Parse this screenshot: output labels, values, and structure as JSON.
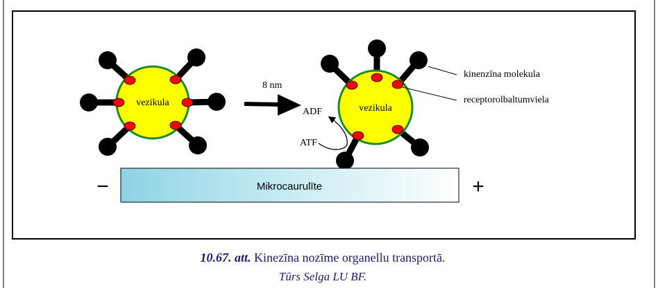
{
  "diagram": {
    "vesicle_label": "vezikula",
    "step_label": "8 nm",
    "adp_label": "ADF",
    "atp_label": "ATF",
    "kinesin_label": "kinenzīna molekula",
    "receptor_label": "receptorolbaltumviela",
    "microtubule_label": "Mikrocaurulīte",
    "minus_end": "−",
    "plus_end": "+"
  },
  "caption": {
    "figure_number": "10.67. att.",
    "text": "Kinezīna nozīme organellu transportā.",
    "credit": "Tūrs Selga LU BF."
  },
  "colors": {
    "vesicle_fill": "#ffff00",
    "vesicle_border": "#1a8a2a",
    "receptor": "#ff0000",
    "kinesin": "#000000",
    "caption": "#1a1a6e"
  }
}
